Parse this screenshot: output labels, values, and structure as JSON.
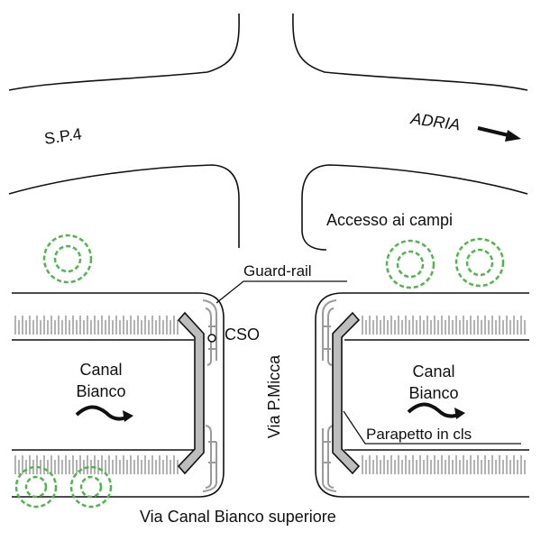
{
  "labels": {
    "road_sp4": "S.P.4",
    "direction": "ADRIA",
    "field_access": "Accesso ai campi",
    "guard_rail": "Guard-rail",
    "cso": "CSO",
    "canal_left_1": "Canal",
    "canal_left_2": "Bianco",
    "canal_right_1": "Canal",
    "canal_right_2": "Bianco",
    "street_vertical": "Via P.Micca",
    "parapet": "Parapetto in cls",
    "street_bottom": "Via Canal Bianco superiore"
  },
  "colors": {
    "line": "#111111",
    "parapet_fill": "#bdbdbd",
    "hatch": "#8a8a8a",
    "tree": "#4cb848"
  }
}
